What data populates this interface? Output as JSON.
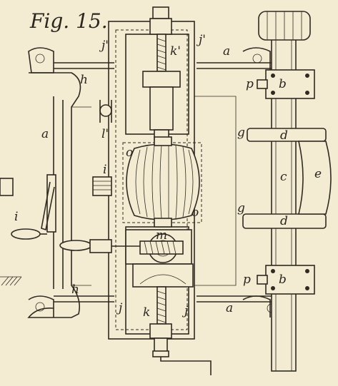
{
  "figure": {
    "title": "Fig. 15."
  },
  "labels": {
    "a_top_right": "a",
    "a_left": "a",
    "a_bottom": "a",
    "b_top": "b",
    "b_bottom": "b",
    "c": "c",
    "d_top": "d",
    "d_bottom": "d",
    "e": "e",
    "g_top": "g",
    "g_bottom": "g",
    "h_top": "h",
    "h_bottom": "h",
    "i_left": "i",
    "i_middle": "i",
    "j_top_left": "j'",
    "j_top_right": "j'",
    "j_bottom_left": "j",
    "j_bottom_right": "j",
    "k_top": "k'",
    "k_bottom": "k",
    "l": "l'",
    "m": "m",
    "o_left": "o",
    "o_right": "o",
    "p_top": "p",
    "p_bottom": "p"
  }
}
